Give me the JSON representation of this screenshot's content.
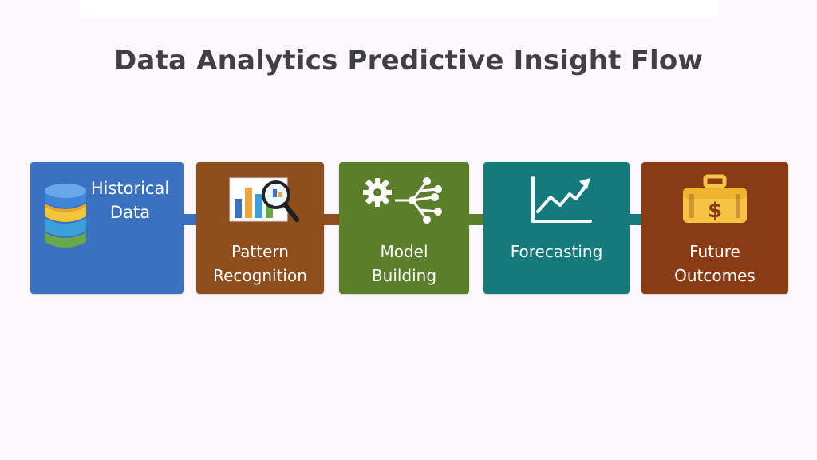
{
  "title": "Data Analytics Predictive Insight Flow",
  "steps": [
    {
      "id": "historical",
      "line1": "Historical",
      "line2": "Data",
      "color": "#3a72c0",
      "icon": "database-icon"
    },
    {
      "id": "pattern",
      "line1": "Pattern",
      "line2": "Recognition",
      "color": "#8e4e1e",
      "icon": "chart-magnifier-icon"
    },
    {
      "id": "model",
      "line1": "Model",
      "line2": "Building",
      "color": "#5b7e2b",
      "icon": "gear-network-icon"
    },
    {
      "id": "forecasting",
      "line1": "Forecasting",
      "line2": "",
      "color": "#157a7c",
      "icon": "trend-up-icon"
    },
    {
      "id": "future",
      "line1": "Future",
      "line2": "Outcomes",
      "color": "#8a3b14",
      "icon": "money-case-icon"
    }
  ],
  "icon_labels": {
    "currency_symbol": "$"
  },
  "arrow_colors": [
    "#3a72c0",
    "#8e4e1e",
    "#5b7e2b",
    "#157a7c"
  ],
  "arrow_accent": "#f2c53d"
}
